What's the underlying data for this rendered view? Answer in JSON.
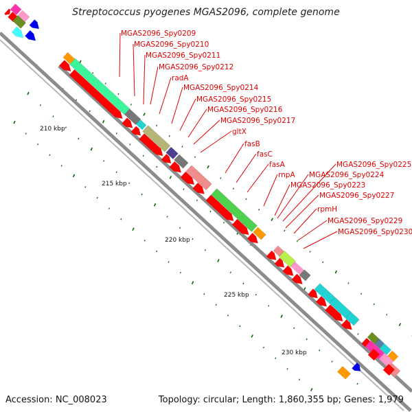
{
  "title": "Streptococcus pyogenes MGAS2096, complete genome",
  "footer": {
    "accession": "Accession: NC_008023",
    "topology": "Topology: circular; Length: 1,860,355 bp; Genes: 1,979"
  },
  "scale_labels": [
    "210 kbp",
    "215 kbp",
    "220 kbp",
    "225 kbp",
    "230 kbp"
  ],
  "gene_labels": [
    "MGAS2096_Spy0209",
    "MGAS2096_Spy0210",
    "MGAS2096_Spy0211",
    "MGAS2096_Spy0212",
    "radA",
    "MGAS2096_Spy0214",
    "MGAS2096_Spy0215",
    "MGAS2096_Spy0216",
    "MGAS2096_Spy0217",
    "gltX",
    "fasB",
    "fasC",
    "fasA",
    "rnpA",
    "MGAS2096_Spy0223",
    "MGAS2096_Spy0224",
    "MGAS2096_Spy0225",
    "MGAS2096_Spy0227",
    "rpmH",
    "MGAS2096_Spy0229",
    "MGAS2096_Spy0230"
  ],
  "colors": {
    "cds": "#ff0000",
    "backbone": "#8c8c8c",
    "tick": "#006400",
    "label": "#e00000",
    "seafoam": "#3df59a",
    "grey": "#777777",
    "khaki": "#b5b577",
    "indigo": "#4b3f8f",
    "salmon": "#f08c8c",
    "green": "#4fd04f",
    "orange": "#ff9900",
    "lime": "#b8f050",
    "cyan": "#22d3d3",
    "olive": "#6b8e23",
    "blue": "#0000ee",
    "magenta": "#ff33aa",
    "pink": "#ff99cc",
    "steel": "#5b7fa6",
    "aqua": "#44ffff"
  }
}
